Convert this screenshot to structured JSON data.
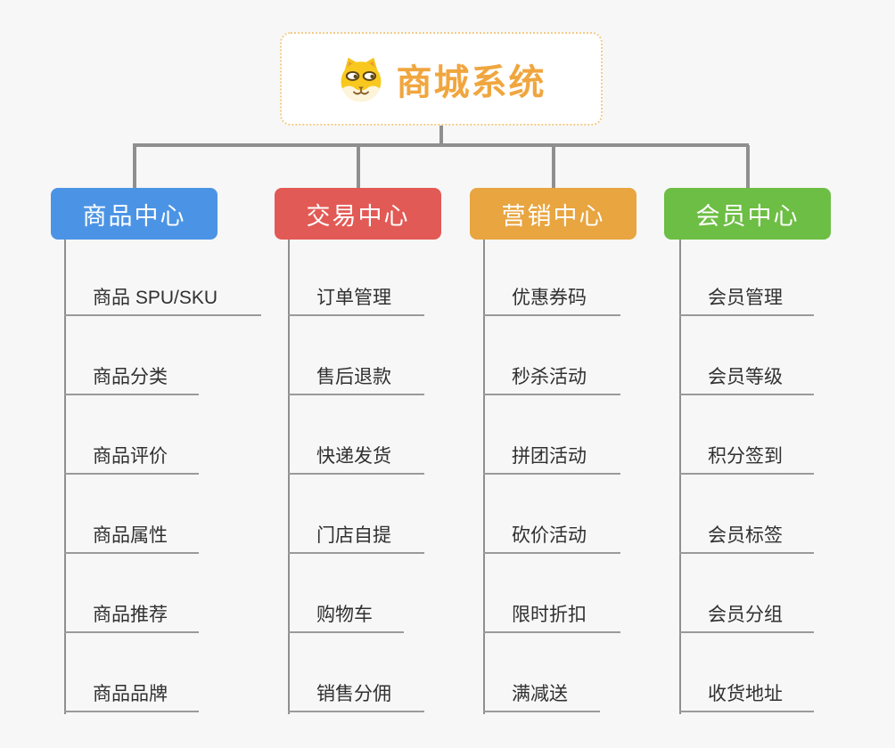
{
  "colors": {
    "canvas-bg": "#f7f7f7",
    "connector-line": "#8f8f8f",
    "leaf-line": "#9a9a9a",
    "leaf-text": "#303030",
    "root-accent": "#f0a63f",
    "root-border": "#f3cb89"
  },
  "root": {
    "title": "商城系统",
    "icon": "dog-face-icon"
  },
  "branches": [
    {
      "label": "商品中心",
      "color": "#4b94e5",
      "items": [
        "商品 SPU/SKU",
        "商品分类",
        "商品评价",
        "商品属性",
        "商品推荐",
        "商品品牌"
      ]
    },
    {
      "label": "交易中心",
      "color": "#e25a55",
      "items": [
        "订单管理",
        "售后退款",
        "快递发货",
        "门店自提",
        "购物车",
        "销售分佣"
      ]
    },
    {
      "label": "营销中心",
      "color": "#e8a540",
      "items": [
        "优惠券码",
        "秒杀活动",
        "拼团活动",
        "砍价活动",
        "限时折扣",
        "满减送"
      ]
    },
    {
      "label": "会员中心",
      "color": "#6dbe44",
      "items": [
        "会员管理",
        "会员等级",
        "积分签到",
        "会员标签",
        "会员分组",
        "收货地址"
      ]
    }
  ]
}
